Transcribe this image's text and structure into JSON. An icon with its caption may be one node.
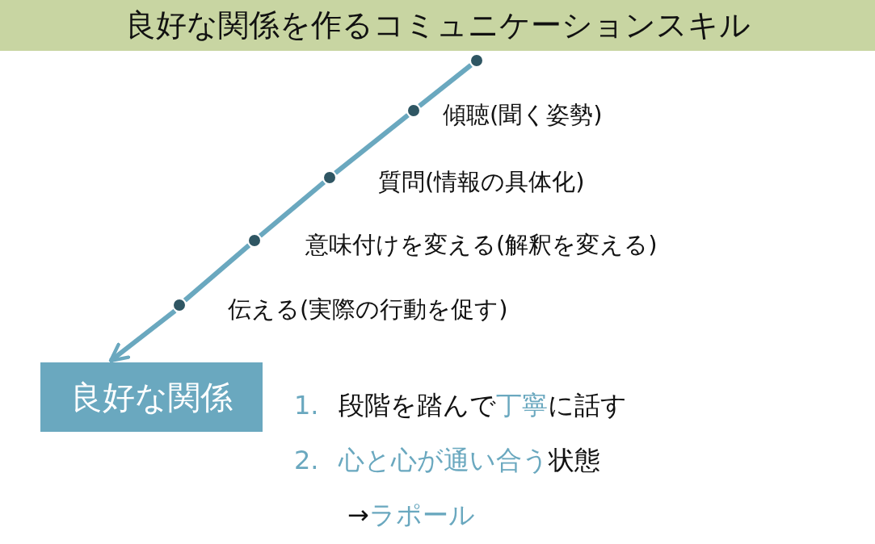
{
  "diagram": {
    "title": "良好な関係を作るコミュニケーションスキル",
    "nodes": [
      {
        "text": [],
        "shape": "circle"
      },
      {
        "text": [],
        "shape": "circle",
        "beside": [
          "傾聴(聞く姿勢)"
        ]
      },
      {
        "text": [],
        "shape": "circle",
        "beside": [
          "質問(情報の具体化)"
        ]
      },
      {
        "text": [],
        "shape": "circle",
        "beside": [
          "意味付けを変える(解釈を変える)"
        ]
      },
      {
        "text": [],
        "shape": "circle",
        "beside": [
          "伝える(実際の行動を促す)"
        ]
      },
      {
        "text": [
          "良好な関係"
        ]
      }
    ],
    "edges": [
      {
        "from": 0,
        "to": 1,
        "arrow": "none"
      },
      {
        "from": 1,
        "to": 2,
        "arrow": "none"
      },
      {
        "from": 2,
        "to": 3,
        "arrow": "none"
      },
      {
        "from": 3,
        "to": 4,
        "arrow": "none"
      },
      {
        "from": 4,
        "to": 5,
        "arrow": "to"
      }
    ],
    "labels": [
      "1.",
      "段階を踏んで",
      "丁寧",
      "に話す",
      "2.",
      "心と心が通い合う",
      "状態",
      "→",
      "ラポール"
    ]
  }
}
